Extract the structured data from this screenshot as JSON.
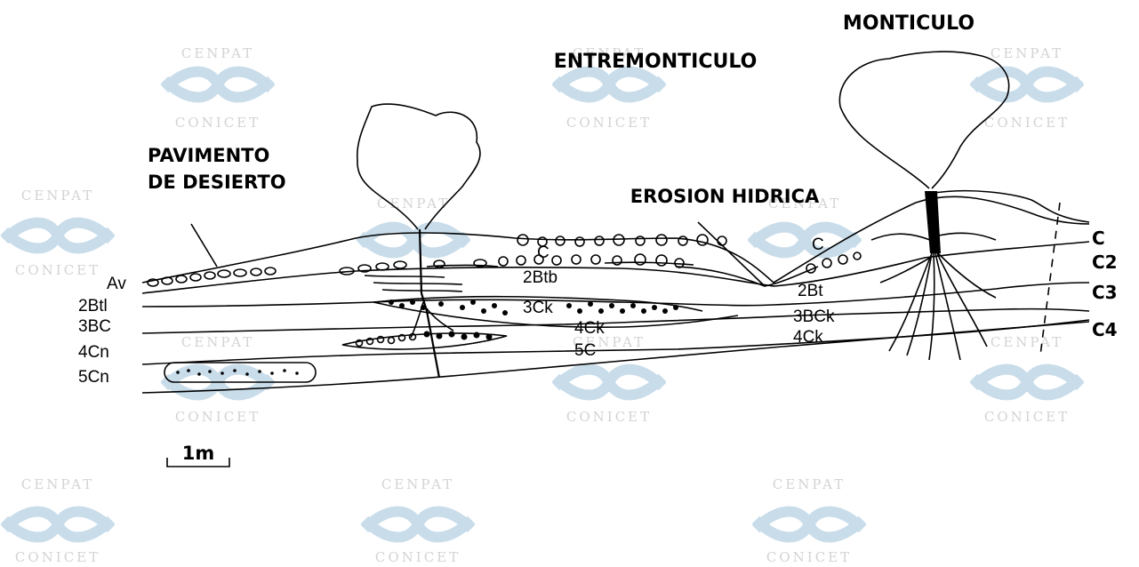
{
  "labels": {
    "monticulo": "MONTICULO",
    "entremonticulo": "ENTREMONTICULO",
    "pavimento_line1": "PAVIMENTO",
    "pavimento_line2": "DE DESIERTO",
    "erosion": "EROSION HIDRICA"
  },
  "left_horizons": [
    "Av",
    "2Btl",
    "3BC",
    "4Cn",
    "5Cn"
  ],
  "right_horizons": [
    "C",
    "C2",
    "C3",
    "C4"
  ],
  "inner_horizons": {
    "c_mid": "C",
    "btb": "2Btb",
    "ck3": "3Ck",
    "ck4_mid": "4Ck",
    "c5": "5C",
    "c_right": "C",
    "bt2": "2Bt",
    "bck3": "3BCk",
    "ck4_right": "4Ck"
  },
  "scale": "1m",
  "watermark": {
    "top": "CENPAT",
    "bottom": "CONICET"
  }
}
